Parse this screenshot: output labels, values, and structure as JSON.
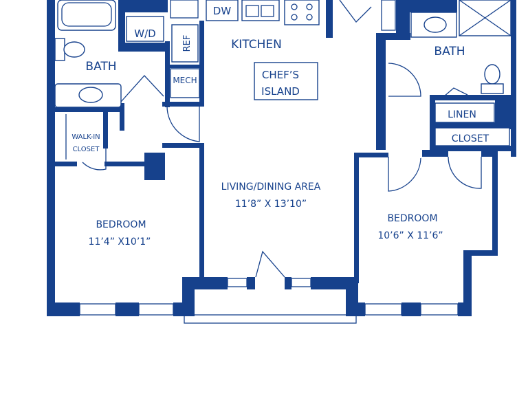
{
  "colors": {
    "wall": "#16418c",
    "background": "#ffffff"
  },
  "rooms": {
    "kitchen": "KITCHEN",
    "chefs_island_line1": "CHEF’S",
    "chefs_island_line2": "ISLAND",
    "bath_left": "BATH",
    "bath_right": "BATH",
    "walk_in_closet_line1": "WALK-IN",
    "walk_in_closet_line2": "CLOSET",
    "living_name": "LIVING/DINING AREA",
    "living_dims": "11’8” X 13’10”",
    "bedroom_left_name": "BEDROOM",
    "bedroom_left_dims": "11’4” X10’1”",
    "bedroom_right_name": "BEDROOM",
    "bedroom_right_dims": "10’6” X 11’6”",
    "linen": "LINEN",
    "closet": "CLOSET"
  },
  "fixtures": {
    "dw": "DW",
    "wd": "W/D",
    "ref": "REF",
    "mech": "MECH"
  }
}
